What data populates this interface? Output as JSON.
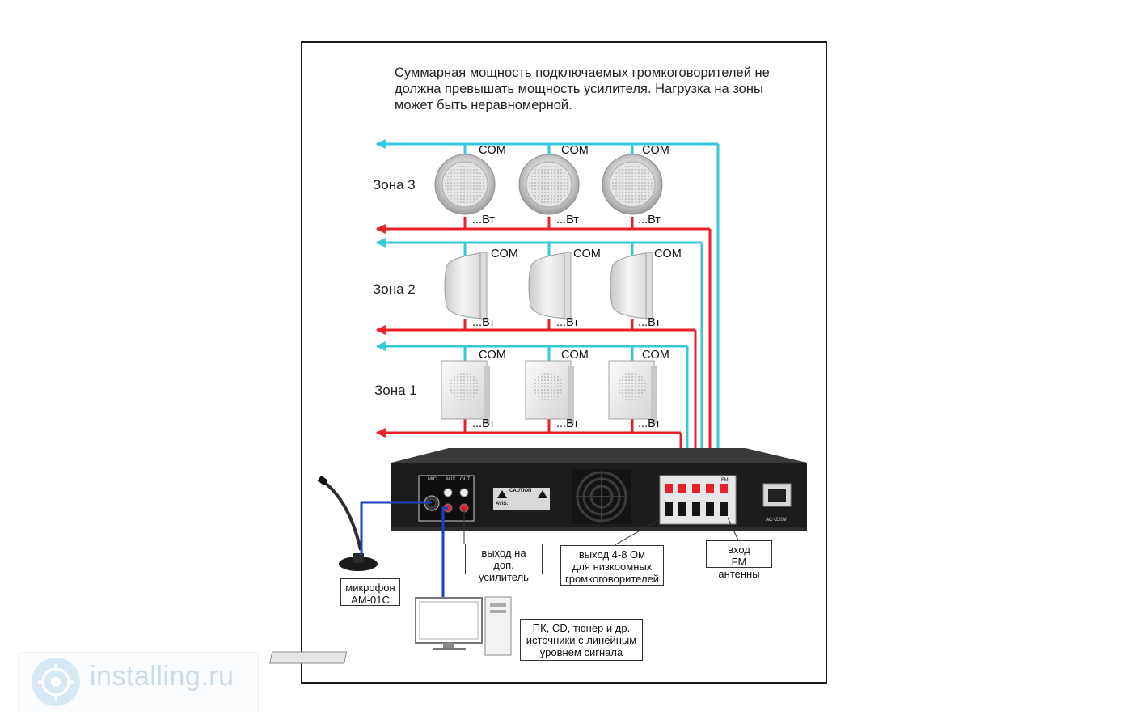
{
  "description_note": [
    "Суммарная мощность подключаемых громкоговорителей не",
    "должна превышать мощность усилителя. Нагрузка на зоны",
    "может быть неравномерной."
  ],
  "zones": [
    {
      "label": "Зона 3",
      "speaker_type": "ceiling",
      "com_labels": [
        "COM",
        "COM",
        "COM"
      ],
      "watt_labels": [
        "...Вт",
        "...Вт",
        "...Вт"
      ]
    },
    {
      "label": "Зона 2",
      "speaker_type": "wall-angled",
      "com_labels": [
        "COM",
        "COM",
        "COM"
      ],
      "watt_labels": [
        "...Вт",
        "...Вт",
        "...Вт"
      ]
    },
    {
      "label": "Зона 1",
      "speaker_type": "wall-square",
      "com_labels": [
        "COM",
        "COM",
        "COM"
      ],
      "watt_labels": [
        "...Вт",
        "...Вт",
        "...Вт"
      ]
    }
  ],
  "callouts": {
    "aux_out": [
      "выход на доп.",
      "усилитель"
    ],
    "speaker_out": [
      "выход 4-8 Ом",
      "для низкоомных",
      "громкоговорителей"
    ],
    "fm_in": [
      "вход",
      "FM антенны"
    ],
    "microphone": [
      "микрофон",
      "AM-01C"
    ],
    "sources": [
      "ПК, CD, тюнер и др.",
      "источники с линейным",
      "уровнем сигнала"
    ]
  },
  "amplifier_panel": {
    "mic_label": "MIC",
    "aux_label": "AUX",
    "out_label": "OUT",
    "caution": "CAUTION",
    "avis": "AVIS:",
    "ac_label": "AC~220V",
    "fm_label": "FM"
  },
  "watermark": {
    "text": "installing.ru",
    "icon": "installing-logo-icon"
  },
  "colors": {
    "com_line": "#33c9d8",
    "speaker_line": "#e8202a",
    "signal_line": "#1d3fc0",
    "amplifier": "#1c1c1e"
  }
}
